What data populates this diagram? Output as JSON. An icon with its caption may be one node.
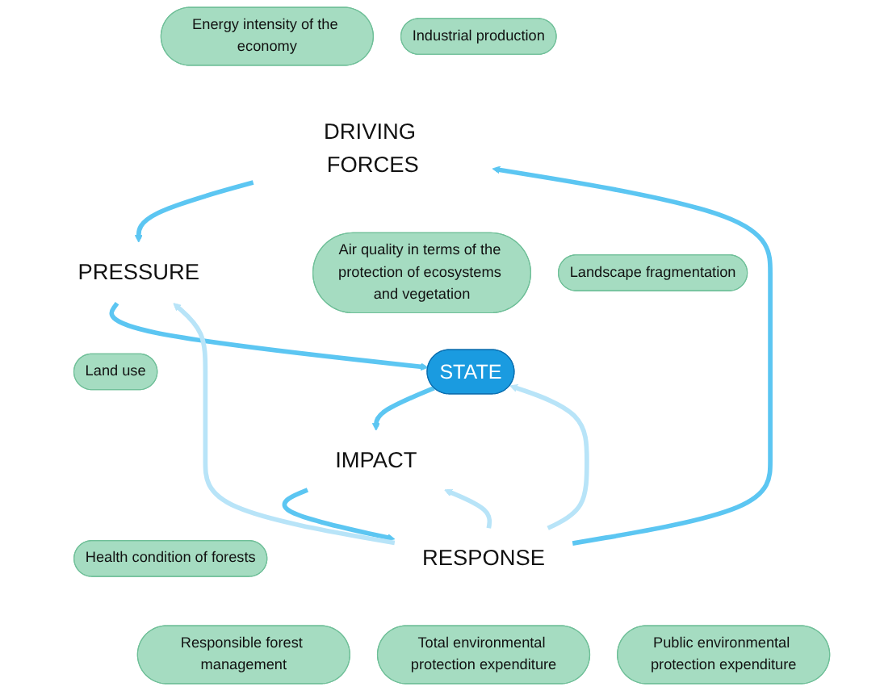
{
  "diagram": {
    "nodes": [
      {
        "text": [
          "Energy intensity of the economy"
        ]
      },
      {
        "text": [
          "Industrial production"
        ]
      },
      {
        "text": [
          "Responsible forest management"
        ]
      },
      {
        "text": [
          "Total environmental protection expenditure"
        ]
      },
      {
        "text": [
          "DRIVING FORCES"
        ]
      },
      {
        "text": [
          "Public environmental protection expenditure"
        ]
      },
      {
        "text": [
          "RESPONSE"
        ]
      },
      {
        "text": [
          "PRESSURE"
        ]
      },
      {
        "text": [
          "Land use"
        ]
      },
      {
        "text": [
          "IMPACT"
        ]
      },
      {
        "text": [
          "Health condition of forests"
        ]
      },
      {
        "text": [
          "STATE"
        ]
      },
      {
        "text": [
          "Air quality in terms of the protection of ecosystems and vegetation"
        ]
      },
      {
        "text": [
          "Landscape fragmentation"
        ]
      }
    ],
    "edges": [
      {
        "from": 4,
        "to": 7,
        "arrow": "to"
      },
      {
        "from": 7,
        "to": 11,
        "arrow": "to"
      },
      {
        "from": 11,
        "to": 9,
        "arrow": "to"
      },
      {
        "from": 9,
        "to": 6,
        "arrow": "to"
      },
      {
        "from": 6,
        "to": 4,
        "arrow": "to"
      },
      {
        "from": 6,
        "to": 7,
        "arrow": "to",
        "color": "#b8e4f8"
      },
      {
        "from": 6,
        "to": 11,
        "arrow": "to",
        "color": "#b8e4f8"
      },
      {
        "from": 6,
        "to": 9,
        "arrow": "to",
        "color": "#b8e4f8"
      }
    ]
  }
}
